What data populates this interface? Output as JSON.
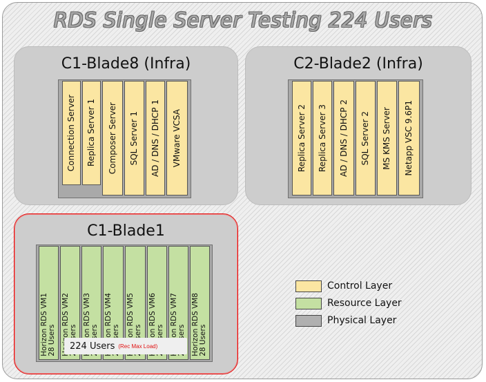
{
  "title": "RDS Single Server Testing 224 Users",
  "blades": {
    "c1_blade8": {
      "title": "C1-Blade8 (Infra)",
      "slots": [
        "Connection Server",
        "Replica Server 1",
        "Composer Server",
        "SQL Server 1",
        "AD / DNS / DHCP 1",
        "VMware VCSA"
      ]
    },
    "c2_blade2": {
      "title": "C2-Blade2 (Infra)",
      "slots": [
        "Replica Server 2",
        "Replica Server 3",
        "AD / DNS / DHCP 2",
        "SQL Server 2",
        "MS KMS Server",
        "Netapp VSC 9.6P1"
      ]
    },
    "c1_blade1": {
      "title": "C1-Blade1",
      "vms": [
        {
          "name": "Horizon RDS VM1",
          "users": "28 Users"
        },
        {
          "name": "Horizon RDS VM2",
          "users": "28 Users"
        },
        {
          "name": "Horizon RDS VM3",
          "users": "28 Users"
        },
        {
          "name": "Horizon RDS VM4",
          "users": "28 Users"
        },
        {
          "name": "Horizon RDS VM5",
          "users": "28 Users"
        },
        {
          "name": "Horizon RDS VM6",
          "users": "28 Users"
        },
        {
          "name": "Horizon RDS VM7",
          "users": "28 Users"
        },
        {
          "name": "Horizon RDS VM8",
          "users": "28 Users"
        }
      ],
      "users_label": "224 Users",
      "users_note": "(Rec Max Load)"
    }
  },
  "legend": [
    {
      "label": "Control Layer",
      "color": "#fbe6a2"
    },
    {
      "label": "Resource Layer",
      "color": "#c4e0a2"
    },
    {
      "label": "Physical Layer",
      "color": "#b0b0b0"
    }
  ],
  "colors": {
    "control": "#fbe6a2",
    "resource": "#c4e0a2",
    "physical": "#b0b0b0",
    "highlight": "#e01010"
  }
}
